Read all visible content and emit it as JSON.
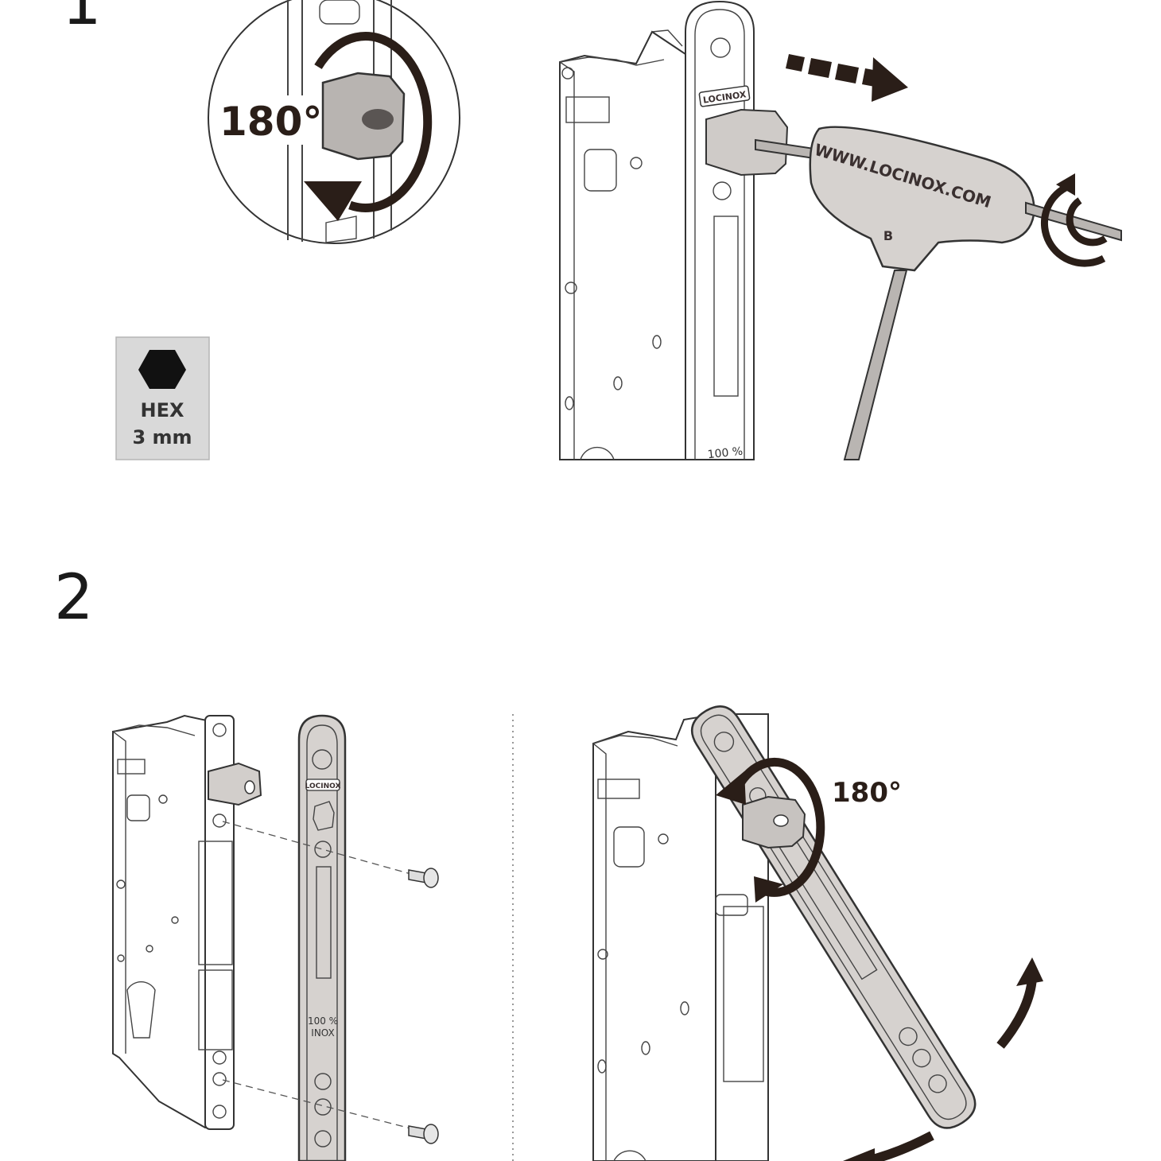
{
  "steps": {
    "step1": {
      "number": "1",
      "rotation_label": "180°"
    },
    "step2": {
      "number": "2",
      "rotation_label": "180°"
    }
  },
  "tool": {
    "hex_label": "HEX",
    "size_label": "3 mm",
    "handle_text": "WWW.LOCINOX.COM",
    "handle_mark": "B"
  },
  "lock": {
    "brand": "LOCINOX",
    "material_text": "100 %",
    "material_text_2": "INOX"
  },
  "colors": {
    "arrow": "#2a1e18",
    "steel": "#d6d2cf",
    "hex_box": "#d9d9d9"
  }
}
